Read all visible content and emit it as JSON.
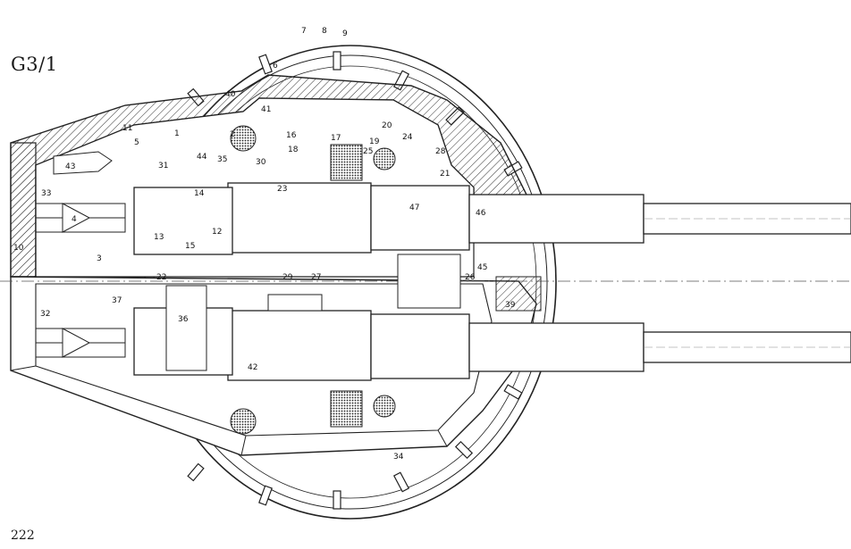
{
  "figure_id": "G3/1",
  "page_number": "222",
  "labels": [
    {
      "text": "1"
    },
    {
      "text": "2"
    },
    {
      "text": "3"
    },
    {
      "text": "4"
    },
    {
      "text": "5"
    },
    {
      "text": "6"
    },
    {
      "text": "7"
    },
    {
      "text": "8"
    },
    {
      "text": "9"
    },
    {
      "text": "10"
    },
    {
      "text": "11"
    },
    {
      "text": "12"
    },
    {
      "text": "13"
    },
    {
      "text": "14"
    },
    {
      "text": "15"
    },
    {
      "text": "16"
    },
    {
      "text": "17"
    },
    {
      "text": "18"
    },
    {
      "text": "19"
    },
    {
      "text": "20"
    },
    {
      "text": "21"
    },
    {
      "text": "22"
    },
    {
      "text": "23"
    },
    {
      "text": "24"
    },
    {
      "text": "25"
    },
    {
      "text": "26"
    },
    {
      "text": "27"
    },
    {
      "text": "28"
    },
    {
      "text": "29"
    },
    {
      "text": "30"
    },
    {
      "text": "31"
    },
    {
      "text": "32"
    },
    {
      "text": "33"
    },
    {
      "text": "34"
    },
    {
      "text": "35"
    },
    {
      "text": "36"
    },
    {
      "text": "37"
    },
    {
      "text": "39"
    },
    {
      "text": "40"
    },
    {
      "text": "41"
    },
    {
      "text": "42"
    },
    {
      "text": "43"
    },
    {
      "text": "44"
    },
    {
      "text": "45"
    },
    {
      "text": "46"
    },
    {
      "text": "47"
    }
  ]
}
